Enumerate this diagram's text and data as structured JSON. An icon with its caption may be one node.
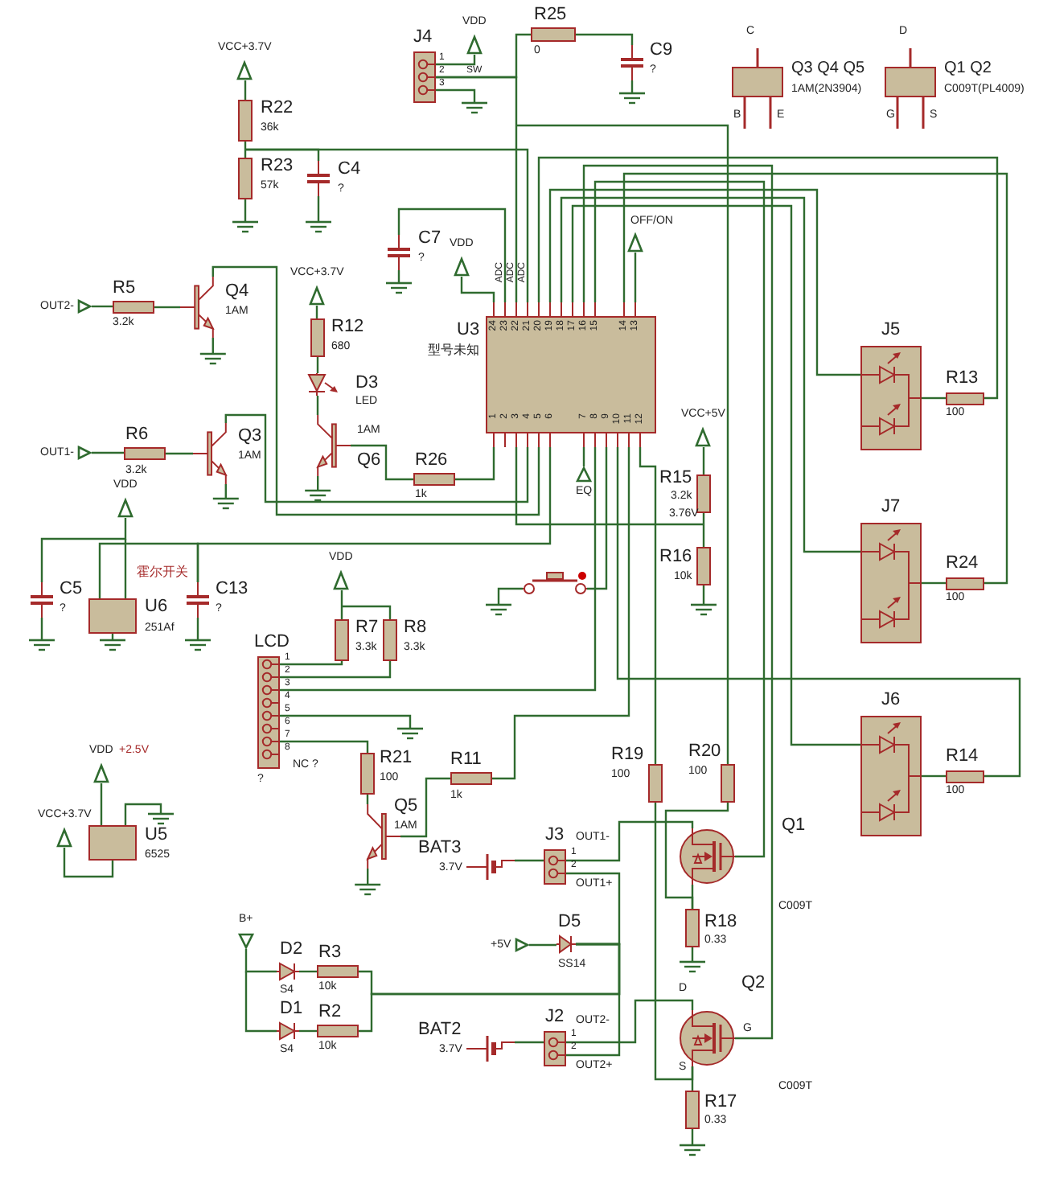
{
  "diagram": {
    "nodes": [
      {
        "text": [
          "VCC+3.7V"
        ]
      },
      {
        "text": [
          "R22",
          "36k"
        ]
      },
      {
        "text": [
          "R23",
          "57k"
        ]
      },
      {
        "text": [
          "C4",
          "?"
        ]
      },
      {
        "text": [
          "J4"
        ]
      },
      {
        "text": [
          "VDD"
        ]
      },
      {
        "text": [
          "R25",
          "0"
        ]
      },
      {
        "text": [
          "C9",
          "?"
        ]
      },
      {
        "text": [
          "C7",
          "?"
        ]
      },
      {
        "text": [
          "VDD"
        ]
      },
      {
        "text": [
          "U3",
          "型号未知"
        ]
      },
      {
        "text": [
          "OFF/ON"
        ]
      },
      {
        "text": [
          "OUT2-"
        ]
      },
      {
        "text": [
          "R5",
          "3.2k"
        ]
      },
      {
        "text": [
          "Q4",
          "1AM"
        ]
      },
      {
        "text": [
          "VCC+3.7V"
        ]
      },
      {
        "text": [
          "R12",
          "680"
        ]
      },
      {
        "text": [
          "D3",
          "LED"
        ]
      },
      {
        "text": [
          "1AM",
          "Q6"
        ]
      },
      {
        "text": [
          "R26",
          "1k"
        ]
      },
      {
        "text": [
          "OUT1-"
        ]
      },
      {
        "text": [
          "R6",
          "3.2k"
        ]
      },
      {
        "text": [
          "Q3",
          "1AM"
        ]
      },
      {
        "text": [
          "VDD"
        ]
      },
      {
        "text": [
          "C5",
          "?"
        ]
      },
      {
        "text": [
          "霍尔开关",
          "U6",
          "251Af"
        ]
      },
      {
        "text": [
          "C13",
          "?"
        ]
      },
      {
        "text": [
          "VDD"
        ]
      },
      {
        "text": [
          "R7",
          "3.3k"
        ]
      },
      {
        "text": [
          "R8",
          "3.3k"
        ]
      },
      {
        "text": [
          "LCD",
          "?"
        ],
        "beside": [
          "NC ?"
        ]
      },
      {
        "text": [
          "R21",
          "100"
        ]
      },
      {
        "text": [
          "Q5",
          "1AM"
        ]
      },
      {
        "text": [
          "R11",
          "1k"
        ]
      },
      {
        "text": [
          "VDD"
        ],
        "beside": [
          "+2.5V"
        ]
      },
      {
        "text": [
          "VCC+3.7V"
        ]
      },
      {
        "text": [
          "U5",
          "6525"
        ]
      },
      {
        "text": [
          "B+"
        ]
      },
      {
        "text": [
          "D2",
          "S4"
        ]
      },
      {
        "text": [
          "R3",
          "10k"
        ]
      },
      {
        "text": [
          "D1",
          "S4"
        ]
      },
      {
        "text": [
          "R2",
          "10k"
        ]
      },
      {
        "text": [
          "BAT3",
          "3.7V"
        ]
      },
      {
        "text": [
          "J3"
        ]
      },
      {
        "text": [
          "+5V"
        ]
      },
      {
        "text": [
          "D5",
          "SS14"
        ]
      },
      {
        "text": [
          "BAT2",
          "3.7V"
        ]
      },
      {
        "text": [
          "J2"
        ]
      },
      {
        "text": [
          "R19",
          "100"
        ]
      },
      {
        "text": [
          "R20",
          "100"
        ]
      },
      {
        "text": [
          "Q1",
          "C009T"
        ]
      },
      {
        "text": [
          "R18",
          "0.33"
        ]
      },
      {
        "text": [
          "Q2",
          "C009T"
        ]
      },
      {
        "text": [
          "R17",
          "0.33"
        ]
      },
      {
        "text": [
          "VCC+5V"
        ]
      },
      {
        "text": [
          "R15",
          "3.2k"
        ]
      },
      {
        "text": [
          "R16",
          "10k"
        ]
      },
      {
        "text": [],
        "shape": "switch"
      },
      {
        "text": [
          "EQ"
        ]
      },
      {
        "text": [
          "J5"
        ]
      },
      {
        "text": [
          "R13",
          "100"
        ]
      },
      {
        "text": [
          "J7"
        ]
      },
      {
        "text": [
          "R24",
          "100"
        ]
      },
      {
        "text": [
          "J6"
        ]
      },
      {
        "text": [
          "R14",
          "100"
        ]
      },
      {
        "text": [
          "Q3 Q4 Q5",
          "1AM(2N3904)"
        ]
      },
      {
        "text": [
          "Q1 Q2",
          "C009T(PL4009)"
        ]
      }
    ],
    "edges": [
      {
        "from": 0,
        "to": 1,
        "arrow": "none"
      },
      {
        "from": 1,
        "to": 2,
        "arrow": "none"
      },
      {
        "from": 2,
        "to": 3,
        "arrow": "none"
      },
      {
        "from": 2,
        "to": 10,
        "arrow": "none"
      },
      {
        "from": 4,
        "to": 5,
        "arrow": "none"
      },
      {
        "from": 4,
        "to": 6,
        "arrow": "none"
      },
      {
        "from": 4,
        "to": 10,
        "arrow": "none"
      },
      {
        "from": 4,
        "to": 49,
        "arrow": "none"
      },
      {
        "from": 6,
        "to": 7,
        "arrow": "none"
      },
      {
        "from": 8,
        "to": 10,
        "arrow": "none"
      },
      {
        "from": 9,
        "to": 10,
        "arrow": "none"
      },
      {
        "from": 11,
        "to": 10,
        "arrow": "none"
      },
      {
        "from": 12,
        "to": 13,
        "arrow": "none"
      },
      {
        "from": 13,
        "to": 14,
        "arrow": "none"
      },
      {
        "from": 14,
        "to": 10,
        "arrow": "none"
      },
      {
        "from": 15,
        "to": 16,
        "arrow": "none"
      },
      {
        "from": 16,
        "to": 17,
        "arrow": "none"
      },
      {
        "from": 17,
        "to": 18,
        "arrow": "none"
      },
      {
        "from": 18,
        "to": 19,
        "arrow": "none"
      },
      {
        "from": 19,
        "to": 10,
        "arrow": "none"
      },
      {
        "from": 20,
        "to": 21,
        "arrow": "none"
      },
      {
        "from": 21,
        "to": 22,
        "arrow": "none"
      },
      {
        "from": 22,
        "to": 10,
        "arrow": "none"
      },
      {
        "from": 23,
        "to": 24,
        "arrow": "none"
      },
      {
        "from": 23,
        "to": 25,
        "arrow": "none"
      },
      {
        "from": 25,
        "to": 26,
        "arrow": "none"
      },
      {
        "from": 26,
        "to": 10,
        "arrow": "none"
      },
      {
        "from": 27,
        "to": 28,
        "arrow": "none"
      },
      {
        "from": 27,
        "to": 29,
        "arrow": "none"
      },
      {
        "from": 28,
        "to": 30,
        "arrow": "none"
      },
      {
        "from": 29,
        "to": 30,
        "arrow": "none"
      },
      {
        "from": 30,
        "to": 10,
        "arrow": "none"
      },
      {
        "from": 30,
        "to": 31,
        "arrow": "none"
      },
      {
        "from": 31,
        "to": 32,
        "arrow": "none"
      },
      {
        "from": 32,
        "to": 33,
        "arrow": "none"
      },
      {
        "from": 33,
        "to": 10,
        "arrow": "none"
      },
      {
        "from": 34,
        "to": 36,
        "arrow": "none"
      },
      {
        "from": 35,
        "to": 36,
        "arrow": "none"
      },
      {
        "from": 37,
        "to": 38,
        "arrow": "none"
      },
      {
        "from": 37,
        "to": 40,
        "arrow": "none"
      },
      {
        "from": 38,
        "to": 39,
        "arrow": "none"
      },
      {
        "from": 40,
        "to": 41,
        "arrow": "none"
      },
      {
        "from": 39,
        "to": 45,
        "arrow": "none"
      },
      {
        "from": 41,
        "to": 45,
        "arrow": "none"
      },
      {
        "from": 42,
        "to": 43,
        "arrow": "none"
      },
      {
        "from": 43,
        "to": 50,
        "arrow": "none"
      },
      {
        "from": 44,
        "to": 45,
        "arrow": "none"
      },
      {
        "from": 45,
        "to": 43,
        "arrow": "none"
      },
      {
        "from": 46,
        "to": 47,
        "arrow": "none"
      },
      {
        "from": 47,
        "to": 52,
        "arrow": "none"
      },
      {
        "from": 45,
        "to": 47,
        "arrow": "none"
      },
      {
        "from": 10,
        "to": 48,
        "arrow": "none"
      },
      {
        "from": 48,
        "to": 52,
        "arrow": "none"
      },
      {
        "from": 49,
        "to": 51,
        "arrow": "none"
      },
      {
        "from": 50,
        "to": 51,
        "arrow": "none"
      },
      {
        "from": 50,
        "to": 10,
        "arrow": "none"
      },
      {
        "from": 52,
        "to": 53,
        "arrow": "none"
      },
      {
        "from": 52,
        "to": 10,
        "arrow": "none"
      },
      {
        "from": 54,
        "to": 55,
        "arrow": "none"
      },
      {
        "from": 55,
        "to": 56,
        "arrow": "none"
      },
      {
        "from": 55,
        "to": 10,
        "arrow": "none"
      },
      {
        "from": 57,
        "to": 10,
        "arrow": "none"
      },
      {
        "from": 58,
        "to": 10,
        "arrow": "none"
      },
      {
        "from": 10,
        "to": 59,
        "arrow": "none"
      },
      {
        "from": 10,
        "to": 61,
        "arrow": "none"
      },
      {
        "from": 10,
        "to": 63,
        "arrow": "none"
      },
      {
        "from": 59,
        "to": 60,
        "arrow": "none"
      },
      {
        "from": 60,
        "to": 10,
        "arrow": "none"
      },
      {
        "from": 61,
        "to": 62,
        "arrow": "none"
      },
      {
        "from": 62,
        "to": 10,
        "arrow": "none"
      },
      {
        "from": 63,
        "to": 64,
        "arrow": "none"
      },
      {
        "from": 64,
        "to": 10,
        "arrow": "none"
      }
    ],
    "labels": [
      "1",
      "2",
      "3",
      "SW",
      "C",
      "D",
      "B",
      "E",
      "G",
      "S",
      "ADC",
      "ADC",
      "ADC",
      "24",
      "23",
      "22",
      "21",
      "20",
      "19",
      "18",
      "17",
      "16",
      "15",
      "14",
      "13",
      "1",
      "2",
      "3",
      "4",
      "5",
      "6",
      "7",
      "8",
      "9",
      "10",
      "11",
      "12",
      "3.76V",
      "1",
      "2",
      "3",
      "4",
      "5",
      "6",
      "7",
      "8",
      "1",
      "2",
      "OUT1-",
      "OUT1+",
      "1",
      "2",
      "OUT2-",
      "OUT2+",
      "D",
      "G",
      "S"
    ]
  }
}
